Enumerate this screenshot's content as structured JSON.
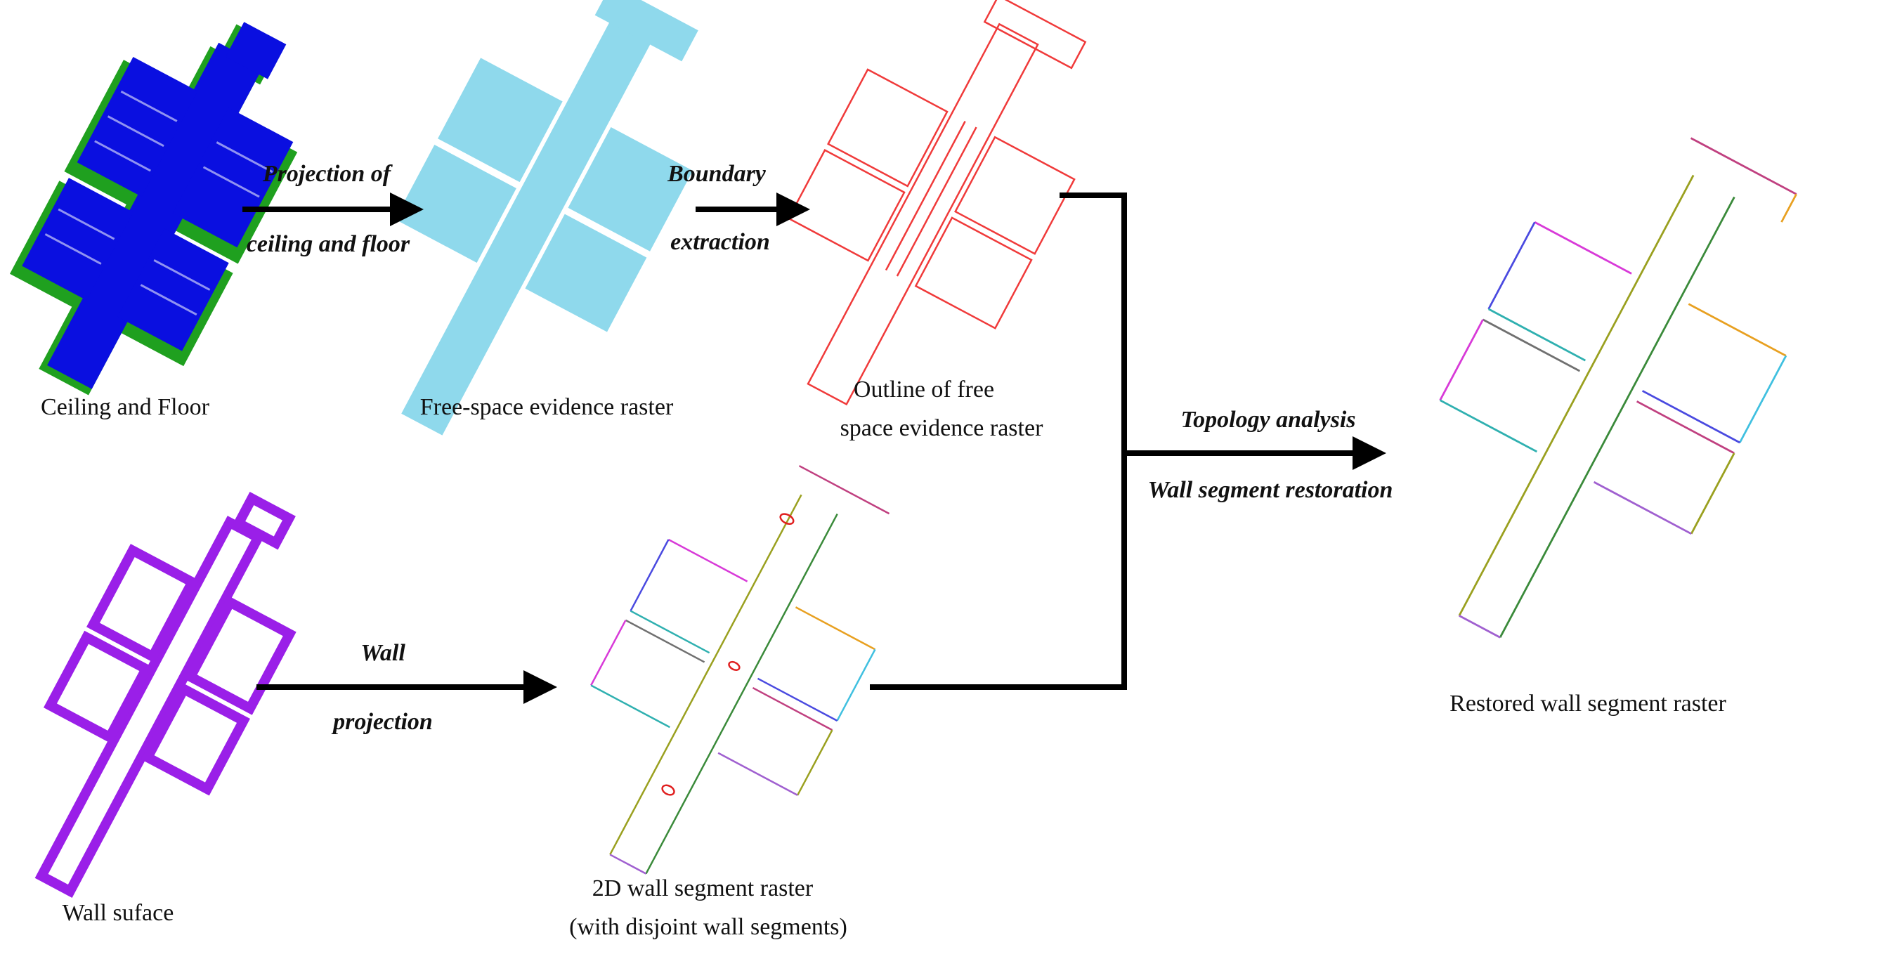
{
  "captions": {
    "ceiling_floor": "Ceiling and Floor",
    "free_space": "Free-space evidence raster",
    "outline_1": "Outline of free",
    "outline_2": "space evidence raster",
    "wall_surface": "Wall suface",
    "wall_raster_1": "2D wall segment raster",
    "wall_raster_2": "(with disjoint wall segments)",
    "restored": "Restored wall segment  raster"
  },
  "operations": {
    "projection_1": "Projection of",
    "projection_2": "ceiling and floor",
    "boundary_1": "Boundary",
    "boundary_2": "extraction",
    "wall_proj_1": "Wall",
    "wall_proj_2": "projection",
    "topology": "Topology analysis",
    "restoration": "Wall segment restoration"
  },
  "colors": {
    "ceiling": "#0a0fe0",
    "floor": "#1fa01f",
    "free_space": "#8fd9ec",
    "outline": "#f03a3a",
    "wall_surface": "#9a1fe8",
    "arrow": "#000000",
    "segments": [
      "#d83ad8",
      "#2fb0b0",
      "#4a4ae0",
      "#9aa01f",
      "#e8a020",
      "#3a8a3a",
      "#c04080",
      "#40c0e0",
      "#707070",
      "#a060d0"
    ]
  }
}
